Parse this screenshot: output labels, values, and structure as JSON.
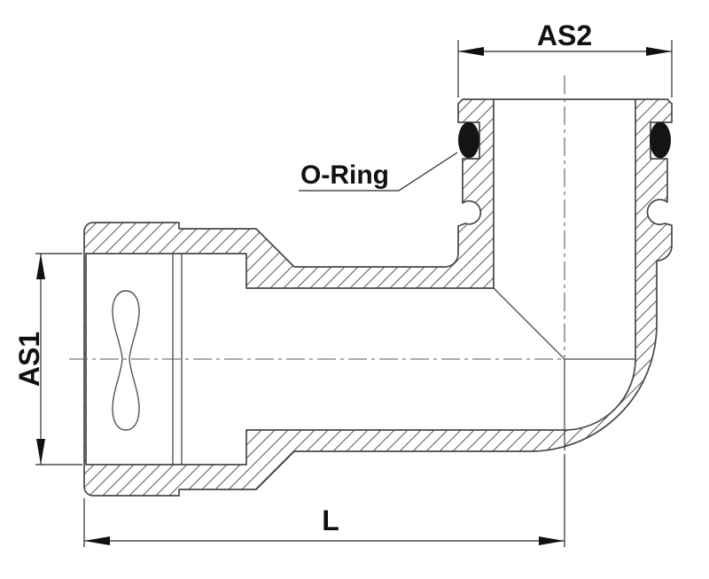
{
  "drawing": {
    "kind": "sectioned elbow fitting, technical dimension drawing",
    "dimensions": {
      "as1": {
        "label": "AS1"
      },
      "as2": {
        "label": "AS2"
      },
      "length": {
        "label": "L"
      }
    },
    "annotations": {
      "oring": {
        "label": "O-Ring"
      }
    },
    "colors": {
      "background": "#ffffff",
      "outline": "#474747",
      "hatch": "#5d5d5d",
      "centerline": "#5a5a5a",
      "dimension": "#242424",
      "arrow": "#111111",
      "oring_fill": "#141414"
    }
  }
}
